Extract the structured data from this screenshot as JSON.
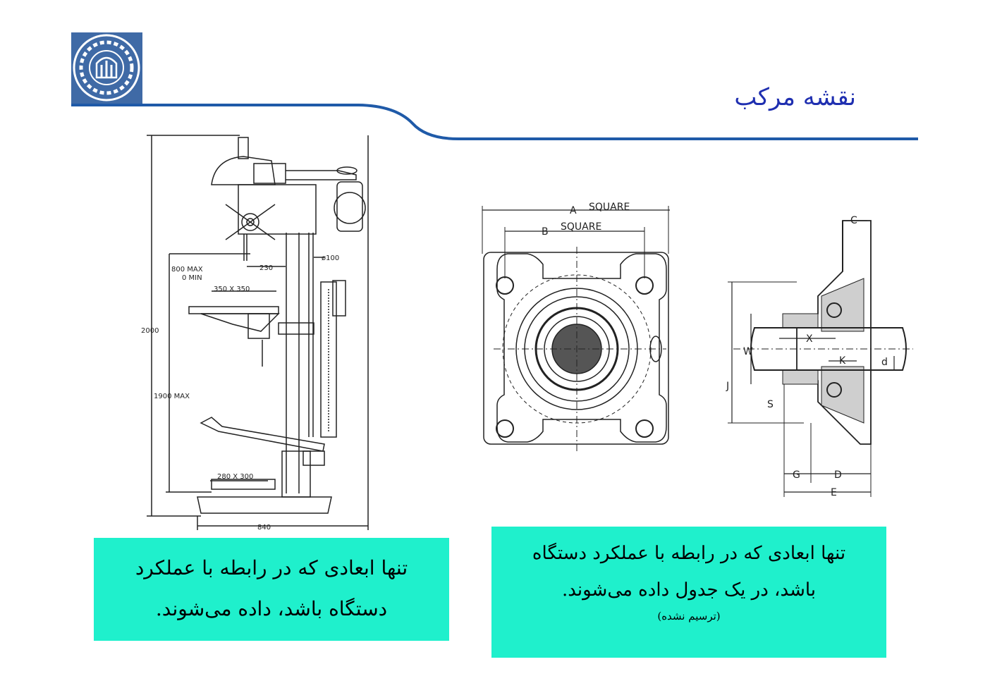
{
  "slide": {
    "title": "نقشه مرکب",
    "accent_color": "#1f5aa8"
  },
  "drill_press_drawing": {
    "dims": {
      "height": "2000",
      "travel": "800 MAX",
      "min": "0 MIN",
      "reach": "230",
      "diameter": "ø100",
      "table": "350 X 350",
      "floor": "1900 MAX",
      "base": "280 X 300",
      "width": "840"
    }
  },
  "bearing_drawing": {
    "dims": {
      "a": "A",
      "a_note": "SQUARE",
      "b": "B",
      "b_note": "SQUARE",
      "c": "C",
      "w": "W",
      "j": "J",
      "x": "X",
      "k": "K",
      "d": "d",
      "s": "S",
      "g": "G",
      "dd": "D",
      "e": "E"
    }
  },
  "notes": {
    "left": {
      "line1": "تنها ابعادی که در رابطه با عملکرد",
      "line2": "دستگاه باشد، داده می‌شوند."
    },
    "right": {
      "line1": "تنها ابعادی که در رابطه با عملکرد دستگاه",
      "line2": "باشد، در یک جدول داده می‌شوند.",
      "line3": "(ترسیم نشده)"
    }
  }
}
